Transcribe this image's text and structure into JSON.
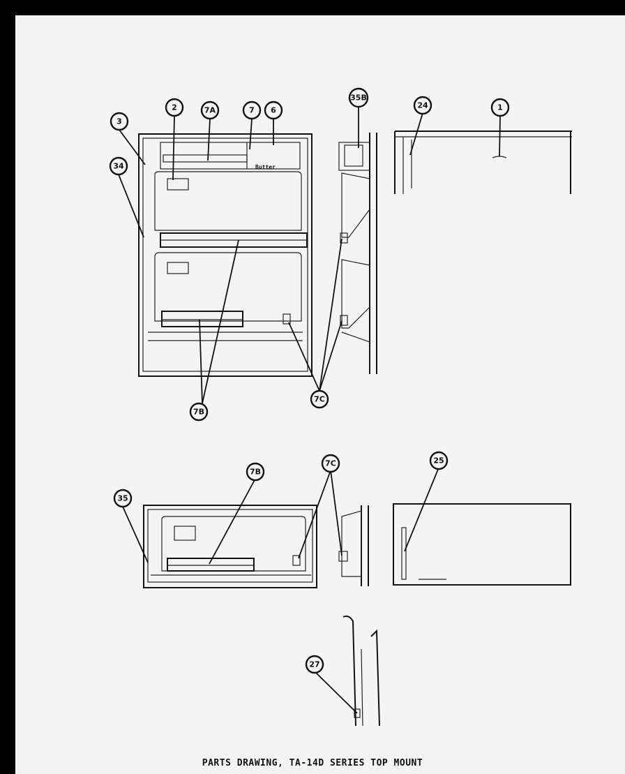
{
  "caption": "PARTS DRAWING, TA-14D SERIES TOP MOUNT",
  "door_label": "Butter",
  "callouts": [
    {
      "id": "c3",
      "label": "3"
    },
    {
      "id": "c34",
      "label": "34"
    },
    {
      "id": "c2",
      "label": "2"
    },
    {
      "id": "c7a",
      "label": "7A"
    },
    {
      "id": "c7",
      "label": "7"
    },
    {
      "id": "c6",
      "label": "6"
    },
    {
      "id": "c35b",
      "label": "35B"
    },
    {
      "id": "c24",
      "label": "24"
    },
    {
      "id": "c1",
      "label": "1"
    },
    {
      "id": "c7b_top",
      "label": "7B"
    },
    {
      "id": "c7c_top",
      "label": "7C"
    },
    {
      "id": "c35",
      "label": "35"
    },
    {
      "id": "c7b_bot",
      "label": "7B"
    },
    {
      "id": "c7c_bot",
      "label": "7C"
    },
    {
      "id": "c25",
      "label": "25"
    },
    {
      "id": "c27",
      "label": "27"
    }
  ]
}
